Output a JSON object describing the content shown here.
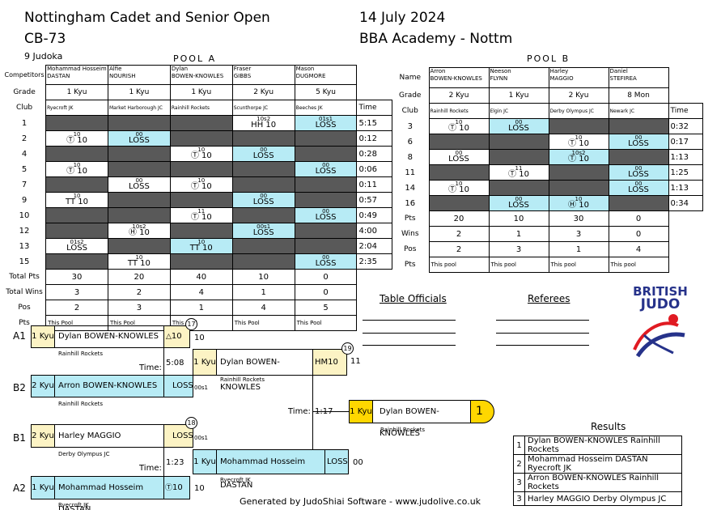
{
  "header": {
    "event": "Nottingham Cadet and Senior Open",
    "date": "14 July 2024",
    "category": "CB-73",
    "venue": "BBA Academy - Nottm",
    "judoka_count": "9 Judoka"
  },
  "poolA": {
    "title": "POOL A",
    "labels": {
      "competitors": "Competitors",
      "grade": "Grade",
      "club": "Club",
      "time": "Time",
      "total_pts": "Total Pts",
      "total_wins": "Total Wins",
      "pos": "Pos",
      "pts": "Pts"
    },
    "competitors": [
      {
        "first": "Mohammad Hosseim",
        "last": "DASTAN",
        "grade": "1 Kyu",
        "club": "Ryecroft JK",
        "total_pts": "30",
        "total_wins": "3",
        "pos": "2",
        "pts": "This Pool"
      },
      {
        "first": "Alfie",
        "last": "NOURISH",
        "grade": "1 Kyu",
        "club": "Market Harborough JC",
        "total_pts": "20",
        "total_wins": "2",
        "pos": "3",
        "pts": "This Pool"
      },
      {
        "first": "Dylan",
        "last": "BOWEN-KNOWLES",
        "grade": "1 Kyu",
        "club": "Rainhill Rockets",
        "total_pts": "40",
        "total_wins": "4",
        "pos": "1",
        "pts": "This Pool"
      },
      {
        "first": "Fraser",
        "last": "GIBBS",
        "grade": "2 Kyu",
        "club": "Scunthorpe JC",
        "total_pts": "10",
        "total_wins": "1",
        "pos": "4",
        "pts": "This Pool"
      },
      {
        "first": "Mason",
        "last": "DUGMORE",
        "grade": "5 Kyu",
        "club": "Beeches JK",
        "total_pts": "0",
        "total_wins": "0",
        "pos": "5",
        "pts": "This Pool"
      }
    ],
    "rows": [
      {
        "no": "1",
        "time": "5:15",
        "cells": [
          [
            "dk",
            "",
            ""
          ],
          [
            "dk",
            "",
            ""
          ],
          [
            "dk",
            "",
            ""
          ],
          [
            "",
            "10s2",
            "HH 10"
          ],
          [
            "bl",
            "01s1",
            "LOSS"
          ]
        ]
      },
      {
        "no": "2",
        "time": "0:12",
        "cells": [
          [
            "",
            "10",
            "Ⓣ 10"
          ],
          [
            "bl",
            "00",
            "LOSS"
          ],
          [
            "dk",
            "",
            ""
          ],
          [
            "dk",
            "",
            ""
          ],
          [
            "dk",
            "",
            ""
          ]
        ]
      },
      {
        "no": "4",
        "time": "0:28",
        "cells": [
          [
            "dk",
            "",
            ""
          ],
          [
            "dk",
            "",
            ""
          ],
          [
            "",
            "10",
            "Ⓣ 10"
          ],
          [
            "bl",
            "00",
            "LOSS"
          ],
          [
            "dk",
            "",
            ""
          ]
        ]
      },
      {
        "no": "5",
        "time": "0:06",
        "cells": [
          [
            "",
            "10",
            "Ⓣ 10"
          ],
          [
            "dk",
            "",
            ""
          ],
          [
            "dk",
            "",
            ""
          ],
          [
            "dk",
            "",
            ""
          ],
          [
            "bl",
            "00",
            "LOSS"
          ]
        ]
      },
      {
        "no": "7",
        "time": "0:11",
        "cells": [
          [
            "dk",
            "",
            ""
          ],
          [
            "",
            "00",
            "LOSS"
          ],
          [
            "",
            "10",
            "Ⓣ 10"
          ],
          [
            "dk",
            "",
            ""
          ],
          [
            "dk",
            "",
            ""
          ]
        ]
      },
      {
        "no": "9",
        "time": "0:57",
        "cells": [
          [
            "",
            "10",
            "TT 10"
          ],
          [
            "dk",
            "",
            ""
          ],
          [
            "dk",
            "",
            ""
          ],
          [
            "bl",
            "00",
            "LOSS"
          ],
          [
            "dk",
            "",
            ""
          ]
        ]
      },
      {
        "no": "10",
        "time": "0:49",
        "cells": [
          [
            "dk",
            "",
            ""
          ],
          [
            "dk",
            "",
            ""
          ],
          [
            "",
            "11",
            "Ⓣ 10"
          ],
          [
            "dk",
            "",
            ""
          ],
          [
            "bl",
            "00",
            "LOSS"
          ]
        ]
      },
      {
        "no": "12",
        "time": "4:00",
        "cells": [
          [
            "dk",
            "",
            ""
          ],
          [
            "",
            "10s2",
            "Ⓗ 10"
          ],
          [
            "dk",
            "",
            ""
          ],
          [
            "bl",
            "00s1",
            "LOSS"
          ],
          [
            "dk",
            "",
            ""
          ]
        ]
      },
      {
        "no": "13",
        "time": "2:04",
        "cells": [
          [
            "",
            "01s2",
            "LOSS"
          ],
          [
            "dk",
            "",
            ""
          ],
          [
            "bl",
            "10",
            "TT 10"
          ],
          [
            "dk",
            "",
            ""
          ],
          [
            "dk",
            "",
            ""
          ]
        ]
      },
      {
        "no": "15",
        "time": "2:35",
        "cells": [
          [
            "dk",
            "",
            ""
          ],
          [
            "",
            "10",
            "TT 10"
          ],
          [
            "dk",
            "",
            ""
          ],
          [
            "dk",
            "",
            ""
          ],
          [
            "bl",
            "00",
            "LOSS"
          ]
        ]
      }
    ]
  },
  "poolB": {
    "title": "POOL B",
    "labels": {
      "name": "Name",
      "grade": "Grade",
      "club": "Club",
      "time": "Time",
      "pts": "Pts",
      "wins": "Wins",
      "pos": "Pos",
      "pts2": "Pts"
    },
    "competitors": [
      {
        "first": "Arron",
        "last": "BOWEN-KNOWLES",
        "grade": "2 Kyu",
        "club": "Rainhill Rockets",
        "pts": "20",
        "wins": "2",
        "pos": "2",
        "pts2": "This pool"
      },
      {
        "first": "Neeson",
        "last": "FLYNN",
        "grade": "1 Kyu",
        "club": "Elgin JC",
        "pts": "10",
        "wins": "1",
        "pos": "3",
        "pts2": "This pool"
      },
      {
        "first": "Harley",
        "last": "MAGGIO",
        "grade": "2 Kyu",
        "club": "Derby Olympus JC",
        "pts": "30",
        "wins": "3",
        "pos": "1",
        "pts2": "This pool"
      },
      {
        "first": "Daniel",
        "last": "STEFIREA",
        "grade": "8 Mon",
        "club": "Newark JC",
        "pts": "0",
        "wins": "0",
        "pos": "4",
        "pts2": "This pool"
      }
    ],
    "rows": [
      {
        "no": "3",
        "time": "0:32",
        "cells": [
          [
            "",
            "10",
            "Ⓣ 10"
          ],
          [
            "bl",
            "00",
            "LOSS"
          ],
          [
            "dk",
            "",
            ""
          ],
          [
            "dk",
            "",
            ""
          ]
        ]
      },
      {
        "no": "6",
        "time": "0:17",
        "cells": [
          [
            "dk",
            "",
            ""
          ],
          [
            "dk",
            "",
            ""
          ],
          [
            "",
            "10",
            "Ⓣ 10"
          ],
          [
            "bl",
            "00",
            "LOSS"
          ]
        ]
      },
      {
        "no": "8",
        "time": "1:13",
        "cells": [
          [
            "",
            "00",
            "LOSS"
          ],
          [
            "dk",
            "",
            ""
          ],
          [
            "bl",
            "10s2",
            "Ⓣ 10"
          ],
          [
            "dk",
            "",
            ""
          ]
        ]
      },
      {
        "no": "11",
        "time": "1:25",
        "cells": [
          [
            "dk",
            "",
            ""
          ],
          [
            "",
            "11",
            "Ⓣ 10"
          ],
          [
            "dk",
            "",
            ""
          ],
          [
            "bl",
            "00",
            "LOSS"
          ]
        ]
      },
      {
        "no": "14",
        "time": "1:13",
        "cells": [
          [
            "",
            "10",
            "Ⓣ 10"
          ],
          [
            "dk",
            "",
            ""
          ],
          [
            "dk",
            "",
            ""
          ],
          [
            "bl",
            "00",
            "LOSS"
          ]
        ]
      },
      {
        "no": "16",
        "time": "0:34",
        "cells": [
          [
            "dk",
            "",
            ""
          ],
          [
            "bl",
            "00",
            "LOSS"
          ],
          [
            "bl",
            "10",
            "Ⓗ 10"
          ],
          [
            "dk",
            "",
            ""
          ]
        ]
      }
    ]
  },
  "officials": {
    "table": "Table Officials",
    "referees": "Referees"
  },
  "logo": {
    "line1": "BRITISH",
    "line2": "JUDO"
  },
  "bracket": {
    "time_label": "Time:",
    "a1": {
      "seed": "A1",
      "grade": "1 Kyu",
      "name": "Dylan BOWEN-KNOWLES",
      "club": "Rainhill Rockets",
      "score": "10",
      "extra": "10",
      "match": "17"
    },
    "b2": {
      "seed": "B2",
      "grade": "2 Kyu",
      "name": "Arron BOWEN-KNOWLES",
      "club": "Rainhill Rockets",
      "score": "LOSS",
      "extra": "00s1"
    },
    "m17_time": "5:08",
    "semi1": {
      "grade": "1 Kyu",
      "name": "Dylan BOWEN-KNOWLES",
      "club": "Rainhill Rockets",
      "score": "HM10",
      "extra": "11",
      "match": "19"
    },
    "b1": {
      "seed": "B1",
      "grade": "2 Kyu",
      "name": "Harley MAGGIO",
      "club": "Derby Olympus JC",
      "score": "LOSS",
      "extra": "00s1",
      "match": "18"
    },
    "a2": {
      "seed": "A2",
      "grade": "1 Kyu",
      "name": "Mohammad Hosseim DASTAN",
      "club": "Ryecroft JK",
      "score": "10",
      "extra": "10"
    },
    "m18_time": "1:23",
    "semi2": {
      "grade": "1 Kyu",
      "name": "Mohammad Hosseim DASTAN",
      "club": "Ryecroft JK",
      "score": "LOSS",
      "extra": "00"
    },
    "m19_time": "1:17",
    "final": {
      "grade": "1 Kyu",
      "name": "Dylan BOWEN-KNOWLES",
      "club": "Rainhill Rockets",
      "place": "1"
    }
  },
  "results": {
    "title": "Results",
    "rows": [
      {
        "pos": "1",
        "text": "Dylan BOWEN-KNOWLES Rainhill Rockets"
      },
      {
        "pos": "2",
        "text": "Mohammad Hosseim DASTAN Ryecroft JK"
      },
      {
        "pos": "3",
        "text": "Arron BOWEN-KNOWLES Rainhill Rockets"
      },
      {
        "pos": "3",
        "text": "Harley MAGGIO Derby Olympus JC"
      }
    ]
  },
  "footer": "Generated by JudoShiai Software - www.judolive.co.uk"
}
